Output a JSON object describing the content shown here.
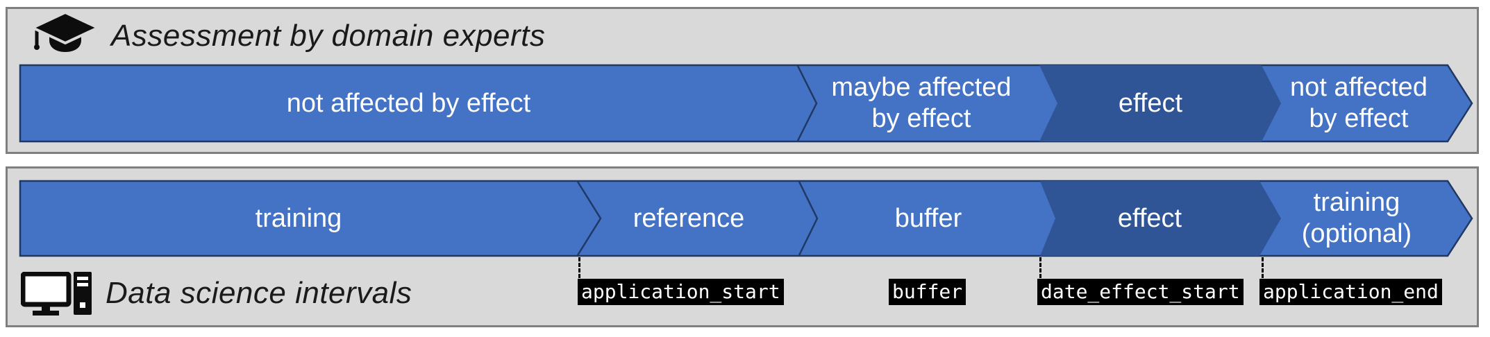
{
  "colors": {
    "panel_background": "#d9d9d9",
    "panel_border": "#7f7f7f",
    "segment_blue": "#4472c4",
    "segment_dark_blue": "#2f5597",
    "bar_outline": "#1f3864",
    "interval_label_background": "#000000",
    "interval_label_text": "#ffffff",
    "icon_black": "#0d0d0d"
  },
  "expert_panel": {
    "title": "Assessment by domain experts",
    "icon": "graduation-cap",
    "segments": [
      {
        "label": "not affected by effect",
        "tone": "light"
      },
      {
        "label": "maybe affected\nby effect",
        "tone": "light"
      },
      {
        "label": "effect",
        "tone": "dark"
      },
      {
        "label": "not affected\nby effect",
        "tone": "light"
      }
    ]
  },
  "datascience_panel": {
    "title": "Data science intervals",
    "icon": "desktop-computer",
    "segments": [
      {
        "label": "training",
        "tone": "light"
      },
      {
        "label": "reference",
        "tone": "light"
      },
      {
        "label": "buffer",
        "tone": "light"
      },
      {
        "label": "effect",
        "tone": "dark"
      },
      {
        "label": "training\n(optional)",
        "tone": "light"
      }
    ],
    "interval_labels": [
      "application_start",
      "buffer",
      "date_effect_start",
      "application_end"
    ]
  }
}
